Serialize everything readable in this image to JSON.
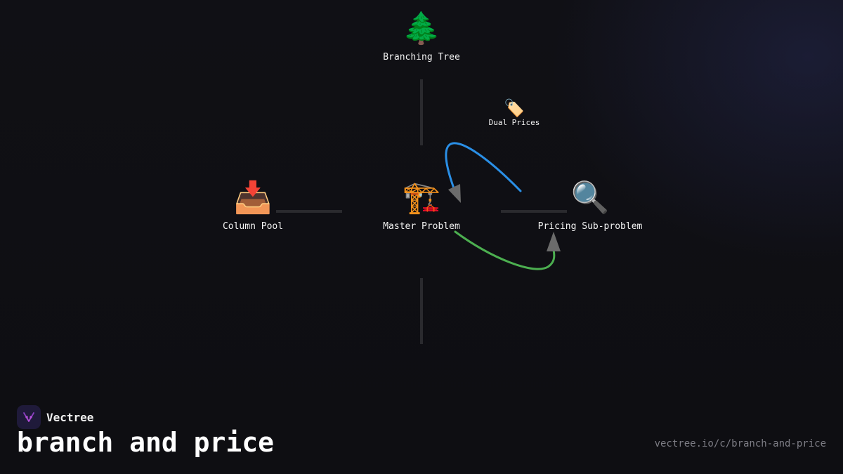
{
  "nodes": {
    "branching_tree": {
      "icon": "🌲",
      "label": "Branching Tree"
    },
    "column_pool": {
      "icon": "📥",
      "label": "Column Pool"
    },
    "master_problem": {
      "icon": "🏗️",
      "label": "Master Problem"
    },
    "pricing_subproblem": {
      "icon": "🔍",
      "label": "Pricing Sub-problem"
    }
  },
  "edges": {
    "dual_prices": {
      "icon": "🏷️",
      "label": "Dual Prices",
      "color": "#2a8fe6"
    },
    "new_columns": {
      "color": "#4caf50"
    }
  },
  "colors": {
    "connector": "#2a2a2e",
    "arrowhead": "#6b6b6b",
    "background": "#0f0f13",
    "logo_accent": "#b44fd8"
  },
  "brand": {
    "name": "Vectree",
    "logo_icon": "vectree-logo-icon"
  },
  "footer": {
    "title": "branch and price",
    "url": "vectree.io/c/branch-and-price"
  }
}
